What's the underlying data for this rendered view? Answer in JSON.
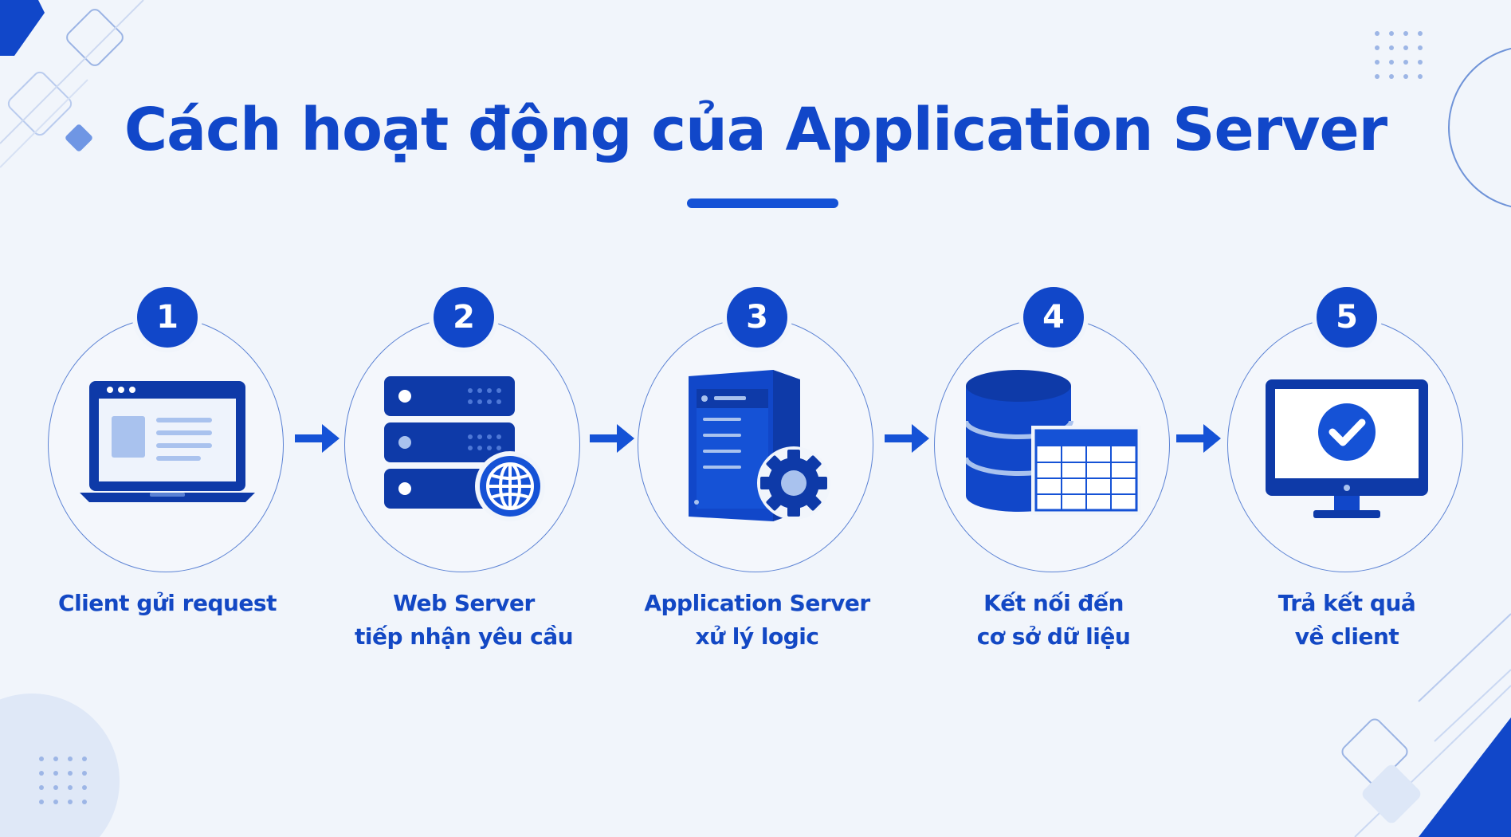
{
  "title": "Cách hoạt động của Application Server",
  "colors": {
    "primary": "#1147c9",
    "dark": "#0e3aa8",
    "light": "#a9c2ee",
    "background": "#f1f5fb"
  },
  "steps": [
    {
      "number": "1",
      "label_lines": [
        "Client gửi request",
        ""
      ],
      "icon": "laptop-icon"
    },
    {
      "number": "2",
      "label_lines": [
        "Web Server",
        "tiếp nhận yêu cầu"
      ],
      "icon": "web-server-globe-icon"
    },
    {
      "number": "3",
      "label_lines": [
        "Application Server",
        "xử lý logic"
      ],
      "icon": "server-gear-icon"
    },
    {
      "number": "4",
      "label_lines": [
        "Kết nối đến",
        "cơ sở dữ liệu"
      ],
      "icon": "database-table-icon"
    },
    {
      "number": "5",
      "label_lines": [
        "Trả kết quả",
        "về client"
      ],
      "icon": "monitor-check-icon"
    }
  ]
}
